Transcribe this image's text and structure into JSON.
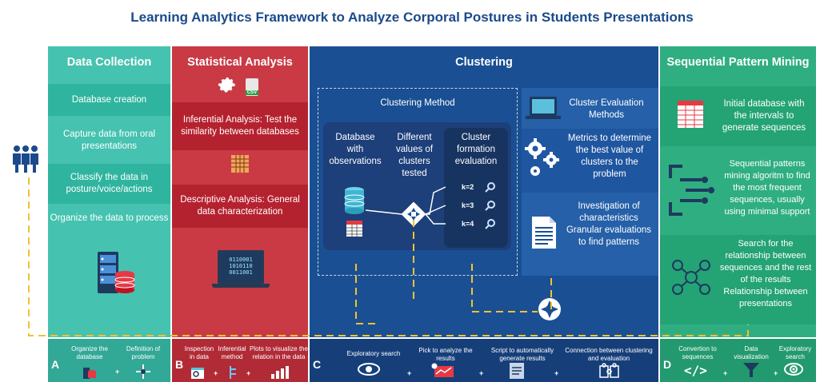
{
  "title": "Learning Analytics Framework to Analyze Corporal Postures in Students Presentations",
  "colors": {
    "teal": "#45c2b0",
    "red": "#c93a45",
    "blue": "#1a4f93",
    "green": "#2fae82"
  },
  "data_collection": {
    "header": "Data Collection",
    "items": [
      "Database creation",
      "Capture data from oral presentations",
      "Classify the data in posture/voice/actions",
      "Organize the data to process"
    ],
    "footer": {
      "letter": "A",
      "steps": [
        "Organize the database",
        "Definition of problem"
      ]
    }
  },
  "statistical": {
    "header": "Statistical Analysis",
    "csv": "CSV",
    "inferential": "Inferential Analysis: Test the similarity between databases",
    "descriptive": "Descriptive Analysis: General data characterization",
    "binary": [
      "0110001",
      "1010110",
      "0011001"
    ],
    "footer": {
      "letter": "B",
      "steps": [
        "Inspection in data",
        "Inferential method",
        "Plots to visualize the relation in the data"
      ]
    }
  },
  "clustering": {
    "header": "Clustering",
    "method": "Clustering Method",
    "database": "Database with observations",
    "different": "Different values of clusters tested",
    "formation": "Cluster formation evaluation",
    "k": [
      "k=2",
      "k=3",
      "k=4"
    ],
    "eval_title": "Cluster Evaluation Methods",
    "metrics": "Metrics to determine the best value of clusters to the problem",
    "investigation": "Investigation of characteristics Granular evaluations to find patterns",
    "footer": {
      "letter": "C",
      "steps": [
        "Exploratory search",
        "Pick to analyze the results",
        "Script to automatically generate results",
        "Connection between clustering and evaluation"
      ]
    }
  },
  "spm": {
    "header": "Sequential Pattern Mining",
    "items": [
      "Initial database with the intervals to generate sequences",
      "Sequential patterns mining algoritm to find the most frequent sequences, usually using minimal support",
      "Search for the relationship between sequences and the rest of the results Relationship between presentations"
    ],
    "footer": {
      "letter": "D",
      "steps": [
        "Convertion to sequences",
        "Data visualization",
        "Exploratory search"
      ],
      "code": "</>"
    }
  }
}
